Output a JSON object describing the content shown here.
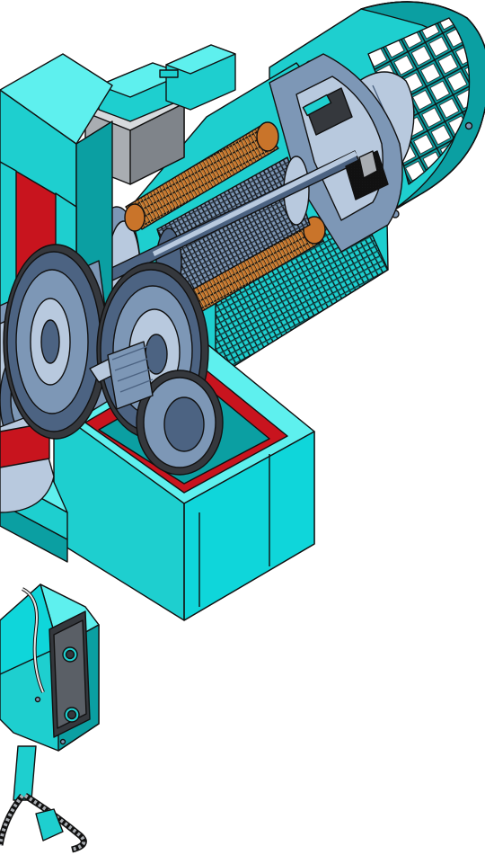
{
  "illustration": {
    "palette": {
      "housing_cyan": "#1ecfcf",
      "housing_cyan_light": "#5ef0ee",
      "housing_cyan_dark": "#0b9fa2",
      "cutaway_red": "#c8141e",
      "steel_blue": "#7d97b6",
      "steel_blue_light": "#b8c9de",
      "steel_blue_dark": "#4c6382",
      "copper": "#c9742a",
      "copper_light": "#f0b25e",
      "dark_gray": "#35383d",
      "gray": "#a9adb2",
      "outline": "#111111"
    },
    "parts": [
      "gear-housing",
      "motor-housing",
      "fan-cover",
      "cooling-fan",
      "stator-winding",
      "rotor",
      "motor-shaft",
      "brake-assembly",
      "terminal-box",
      "large-spur-gear",
      "small-spur-gear",
      "pinion-shaft",
      "rope-drum",
      "pendant-control",
      "control-cable"
    ]
  }
}
